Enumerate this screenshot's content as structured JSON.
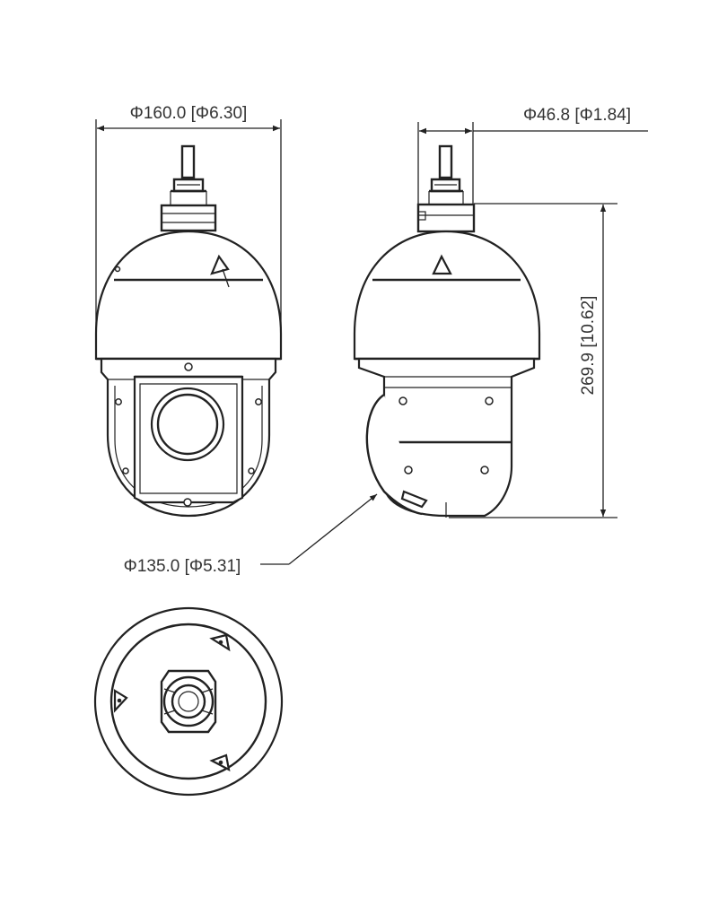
{
  "dimensions": {
    "dome_diameter": "Φ160.0 [Φ6.30]",
    "mount_diameter": "Φ46.8 [Φ1.84]",
    "height": "269.9 [10.62]",
    "housing_diameter": "Φ135.0 [Φ5.31]"
  },
  "colors": {
    "line": "#222222",
    "text": "#333333",
    "background": "#ffffff"
  }
}
